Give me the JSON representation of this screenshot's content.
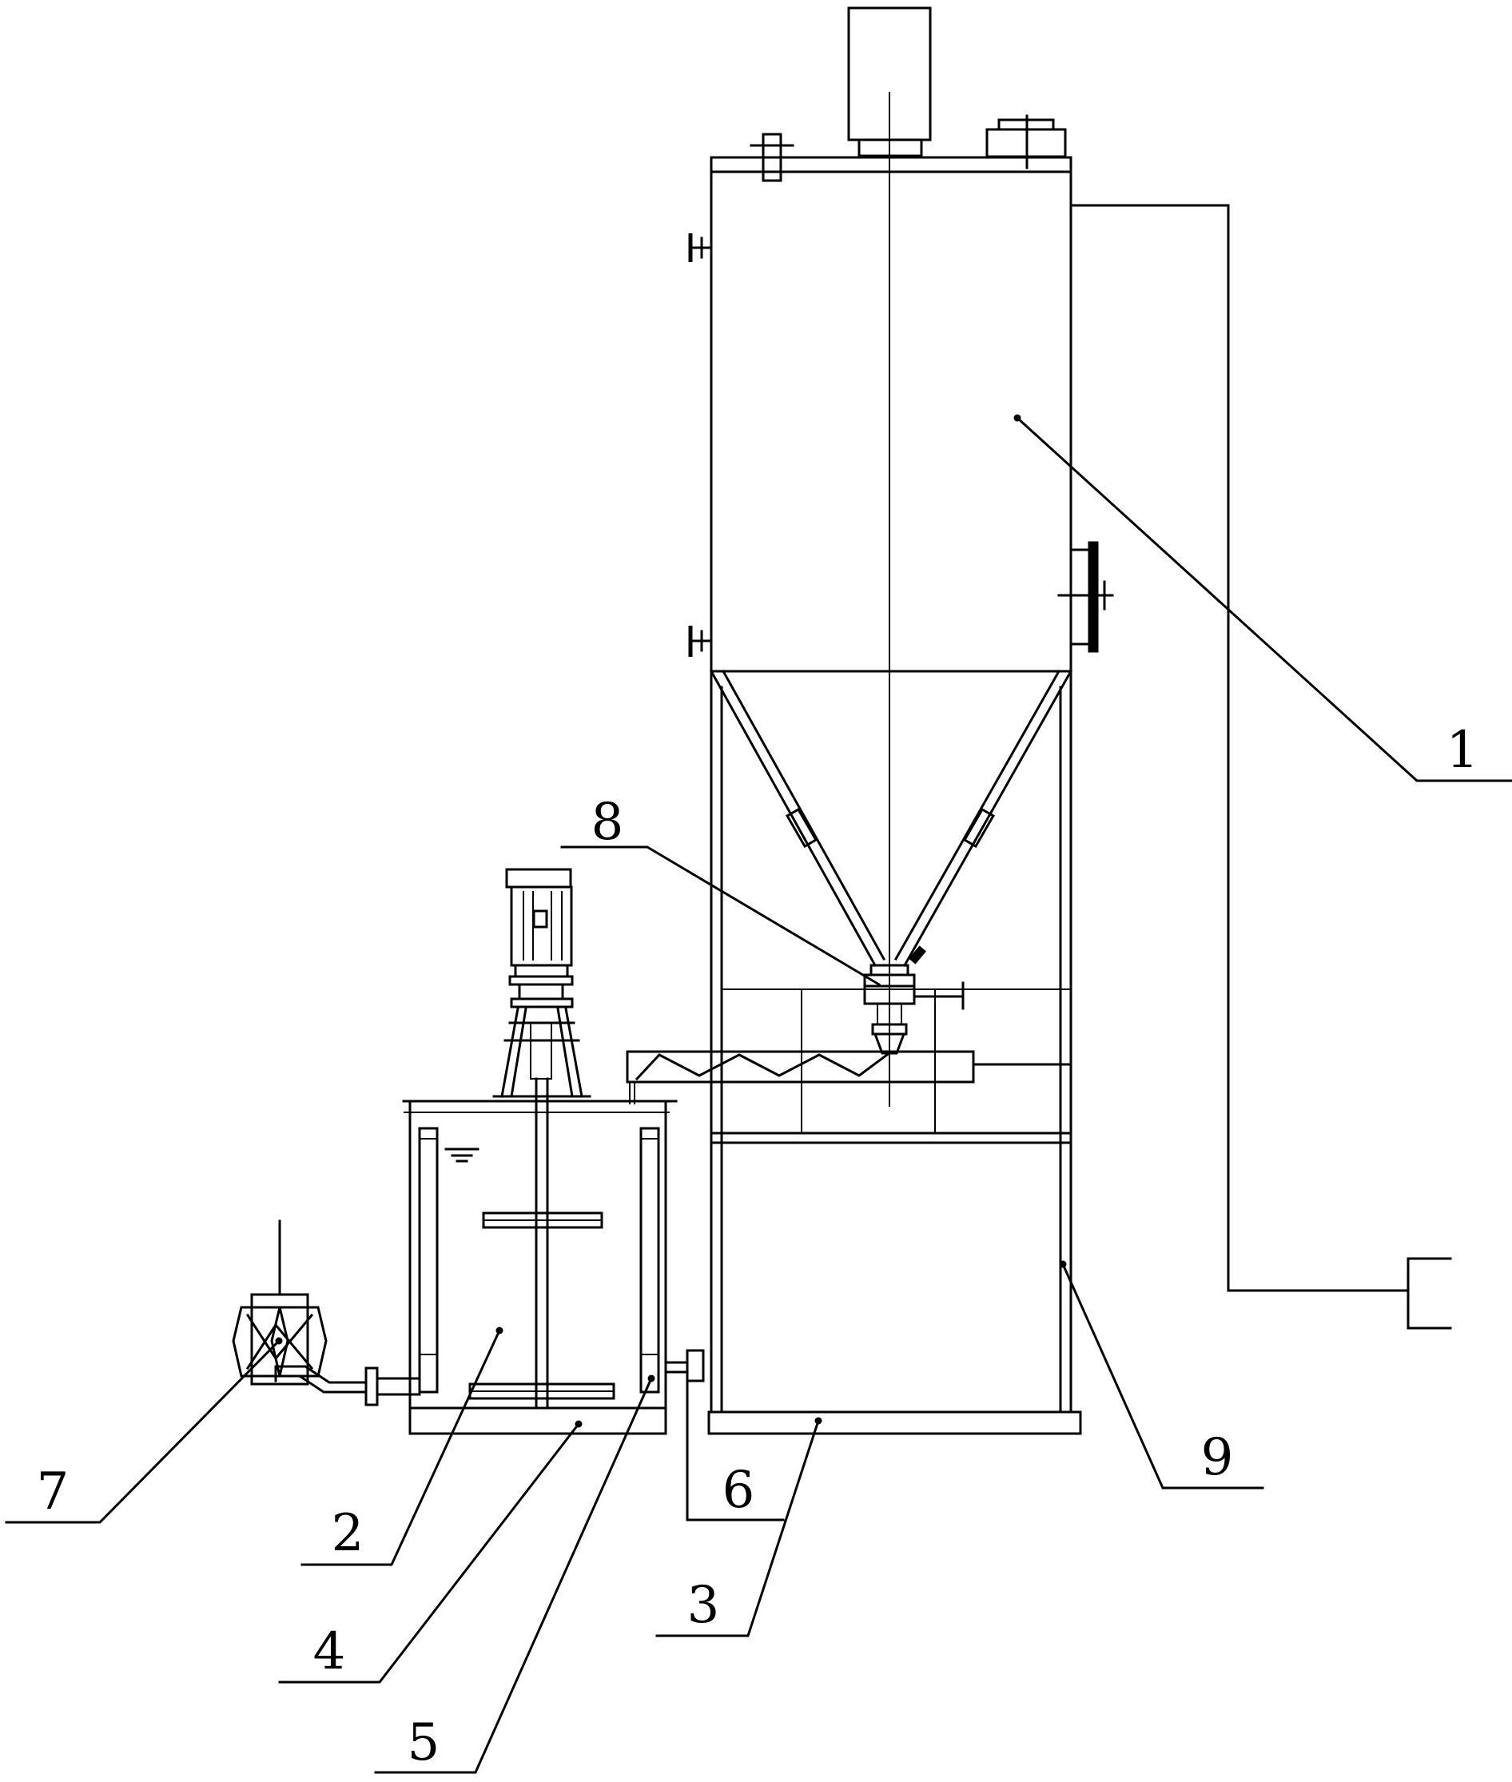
{
  "labels": {
    "silo": "1",
    "mixing_tank": "2",
    "frame_base": "3",
    "tank_base": "4",
    "tank_inner_wall": "5",
    "overflow_outlet": "6",
    "pump": "7",
    "discharge_valve": "8",
    "support_frame": "9"
  },
  "colors": {
    "line": "#000000",
    "background": "#ffffff"
  }
}
